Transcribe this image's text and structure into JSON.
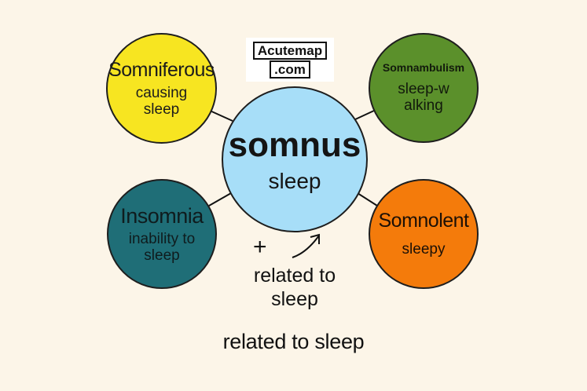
{
  "diagram": {
    "center": {
      "term": "somnus",
      "meaning": "sleep"
    },
    "nodes": [
      {
        "term": "Somniferous",
        "meaning": "causing sleep",
        "color": "#f7e521"
      },
      {
        "term": "Somnambulism",
        "meaning": "sleep-walking",
        "color": "#5b902b"
      },
      {
        "term": "Insomnia",
        "meaning": "inability to sleep",
        "color": "#1f6e77"
      },
      {
        "term": "Somnolent",
        "meaning": "sleepy",
        "color": "#f47b0b"
      }
    ],
    "center_color": "#a7def8",
    "plus_sign": "+",
    "extra_text": "related to sleep",
    "footer_text": "related to sleep"
  },
  "logo": {
    "line1": "Acutemap",
    "line2": ".com"
  }
}
